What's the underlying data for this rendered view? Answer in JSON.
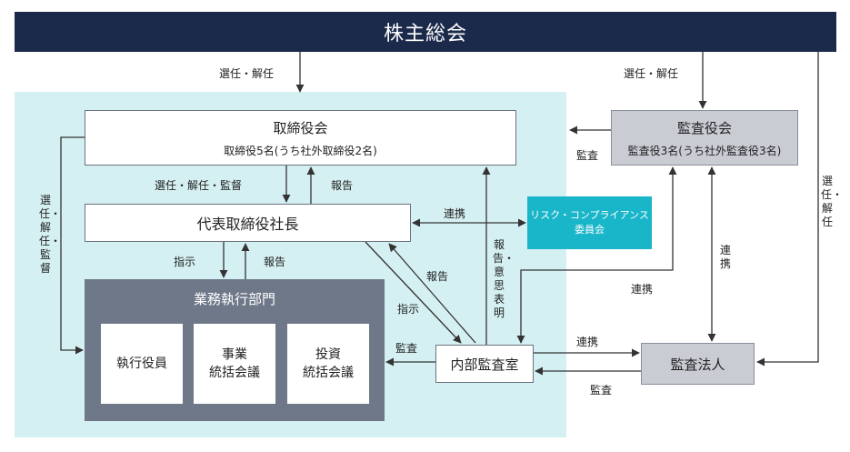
{
  "shareholders_meeting": "株主総会",
  "board": {
    "title": "取締役会",
    "members": "取締役5名(うち社外取締役2名)"
  },
  "president": "代表取締役社長",
  "audit_board": {
    "title": "監査役会",
    "members": "監査役3名(うち社外監査役3名)"
  },
  "risk_committee": {
    "line1": "リスク・コンプライアンス",
    "line2": "委員会"
  },
  "exec_dept": {
    "title": "業務執行部門",
    "units": [
      {
        "line1": "執行役員",
        "line2": ""
      },
      {
        "line1": "事業",
        "line2": "統括会議"
      },
      {
        "line1": "投資",
        "line2": "統括会議"
      }
    ]
  },
  "internal_audit": "内部監査室",
  "audit_corp": "監査法人",
  "labels": {
    "elect_dismiss_board": "選任・解任",
    "elect_dismiss_auditors": "選任・解任",
    "elect_dismiss_corp": "選任・解任",
    "elect_dismiss_supervise": "選任・解任・監督",
    "elect_dismiss_supervise_left": "選任・解任・監督",
    "report_to_board": "報告",
    "audit_board_left": "監査",
    "coordination_risk": "連携",
    "instruct_dept": "指示",
    "report_from_dept": "報告",
    "report_opinion": "報告・意思表明",
    "report_internal": "報告",
    "instruct_internal": "指示",
    "coordination_auditboard_internal": "連携",
    "coordination_auditboard_corp": "連携",
    "audit_internal_dept": "監査",
    "coordination_internal_corp": "連携",
    "audit_corp_internal": "監査"
  }
}
